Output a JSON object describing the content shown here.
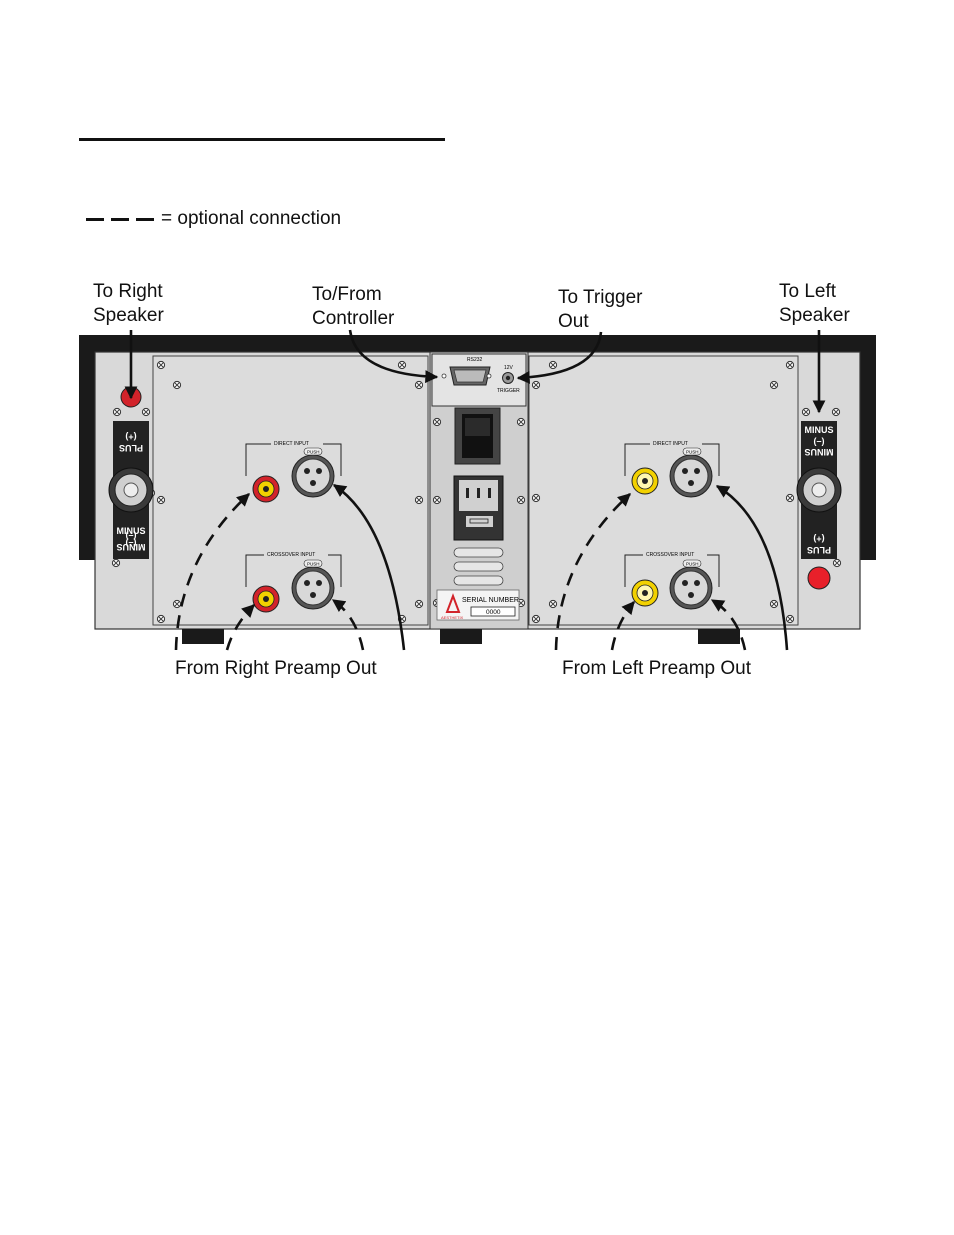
{
  "legend": {
    "text": "= optional connection"
  },
  "labels": {
    "to_right_speaker": "To Right\nSpeaker",
    "to_from_controller": "To/From\nController",
    "to_trigger_out": "To Trigger\nOut",
    "to_left_speaker": "To Left\nSpeaker",
    "from_right_preamp_out": "From Right Preamp Out",
    "from_left_preamp_out": "From Left Preamp Out"
  },
  "panel": {
    "rs232": "RS232",
    "v12": "12V",
    "trigger": "TRIGGER",
    "direct_input": "DIRECT INPUT",
    "crossover_input": "CROSSOVER INPUT",
    "push": "PUSH",
    "plus": "PLUS",
    "plus_sign": "(+)",
    "minus": "MINUS",
    "minus_sign": "(–)",
    "serial_number": "SERIAL NUMBER",
    "serial_value": "0000",
    "brand": "AESTHETIX"
  },
  "colors": {
    "panel": "#d9d9d9",
    "chassis": "#1a1a1a",
    "red_terminal": "#e8202a",
    "rca_red": "#d2232a",
    "rca_yellow": "#f2d100"
  },
  "icons": [
    "dashed-line-icon",
    "xlr-connector-icon",
    "rca-connector-icon",
    "binding-post-icon",
    "db9-connector-icon",
    "power-inlet-icon",
    "rocker-switch-icon",
    "screw-icon",
    "arrow-icon"
  ]
}
